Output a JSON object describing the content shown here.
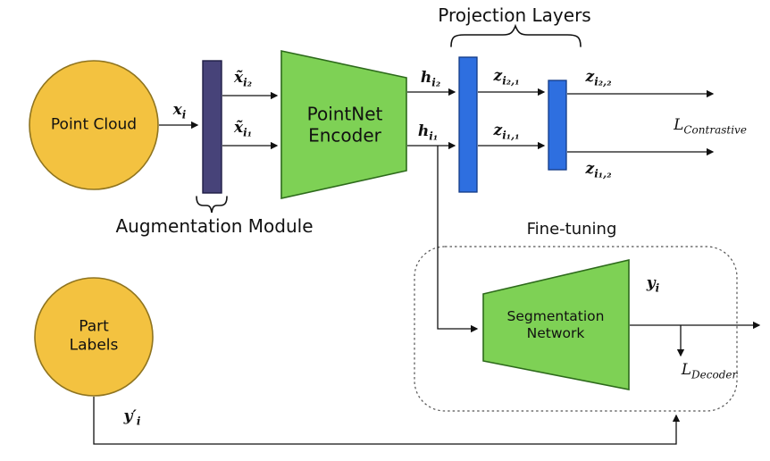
{
  "diagram": {
    "nodes": {
      "point_cloud": {
        "label": "Point Cloud"
      },
      "pointnet_encoder": {
        "line1": "PointNet",
        "line2": "Encoder"
      },
      "segmentation_network": {
        "line1": "Segmentation",
        "line2": "Network"
      },
      "part_labels": {
        "line1": "Part",
        "line2": "Labels"
      }
    },
    "section_labels": {
      "projection_layers": "Projection Layers",
      "augmentation_module": "Augmentation  Module",
      "fine_tuning": "Fine-tuning"
    },
    "math_labels": {
      "x_i": {
        "base": "x",
        "sub": "i"
      },
      "x_tilde_i2": {
        "base": "x̃",
        "sub": "i₂"
      },
      "x_tilde_i1": {
        "base": "x̃",
        "sub": "i₁"
      },
      "h_i2": {
        "base": "h",
        "sub": "i₂"
      },
      "h_i1": {
        "base": "h",
        "sub": "i₁"
      },
      "z_i21": {
        "base": "z",
        "sub": "i₂,₁"
      },
      "z_i11": {
        "base": "z",
        "sub": "i₁,₁"
      },
      "z_i22": {
        "base": "z",
        "sub": "i₂,₂"
      },
      "z_i12": {
        "base": "z",
        "sub": "i₁,₂"
      },
      "y_i": {
        "base": "y",
        "sub": "i"
      },
      "y_prime_i": {
        "base": "y′",
        "sub": "i"
      },
      "l_contrastive": {
        "base": "L",
        "sub": "Contrastive"
      },
      "l_decoder": {
        "base": "L",
        "sub": "Decoder"
      }
    },
    "colors": {
      "node_yellow": "#F3C240",
      "node_green": "#7ED155",
      "aug_purple": "#474379",
      "proj_blue": "#2E6FE0",
      "line": "#111111"
    }
  }
}
